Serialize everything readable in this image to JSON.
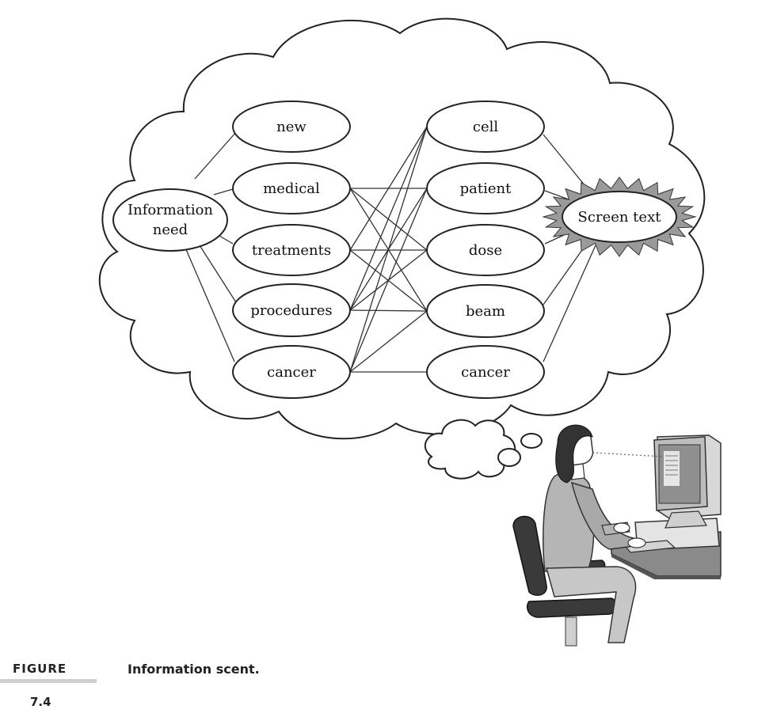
{
  "nodes": {
    "need_line1": "Information",
    "need_line2": "need",
    "left": [
      "new",
      "medical",
      "treatments",
      "procedures",
      "cancer"
    ],
    "right": [
      "cell",
      "patient",
      "dose",
      "beam",
      "cancer"
    ],
    "screen": "Screen text"
  },
  "edges": [
    [
      "left.1",
      "right.1"
    ],
    [
      "left.1",
      "right.2"
    ],
    [
      "left.1",
      "right.3"
    ],
    [
      "left.2",
      "right.0"
    ],
    [
      "left.2",
      "right.2"
    ],
    [
      "left.2",
      "right.3"
    ],
    [
      "left.3",
      "right.0"
    ],
    [
      "left.3",
      "right.1"
    ],
    [
      "left.3",
      "right.2"
    ],
    [
      "left.3",
      "right.3"
    ],
    [
      "left.4",
      "right.0"
    ],
    [
      "left.4",
      "right.1"
    ],
    [
      "left.4",
      "right.3"
    ],
    [
      "left.4",
      "right.4"
    ]
  ],
  "figure": {
    "label": "FIGURE",
    "number": "7.4",
    "caption": "Information scent."
  }
}
